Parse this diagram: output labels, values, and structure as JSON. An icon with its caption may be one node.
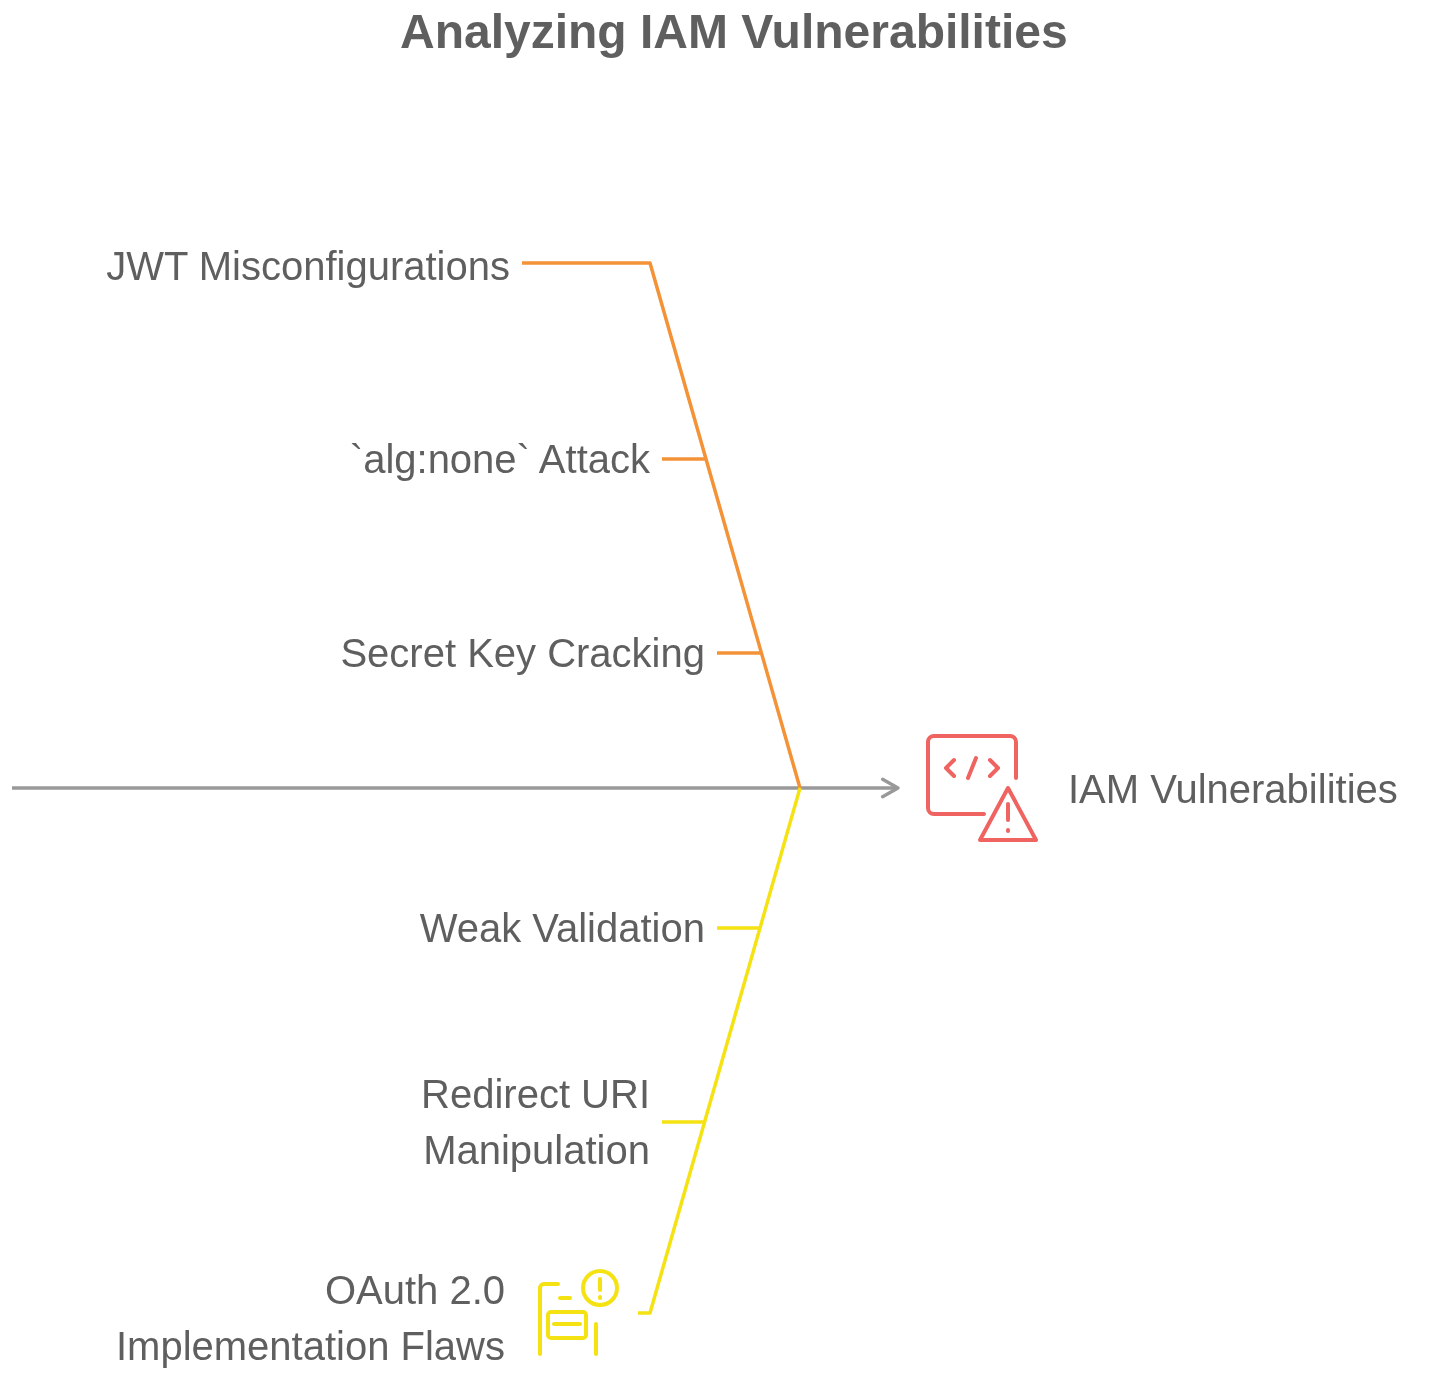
{
  "diagram": {
    "title": "Analyzing IAM Vulnerabilities",
    "nodes": [
      {
        "text": [
          "JWT Misconfigurations"
        ]
      },
      {
        "text": [
          "`alg:none` Attack"
        ]
      },
      {
        "text": [
          "Secret Key Cracking"
        ]
      },
      {
        "text": [
          "IAM Vulnerabilities"
        ]
      },
      {
        "text": [
          "Weak Validation"
        ]
      },
      {
        "text": [
          "Redirect URI Manipulation"
        ]
      },
      {
        "text": [
          "OAuth 2.0 Implementation Flaws"
        ]
      }
    ],
    "edges": [
      {
        "from": null,
        "to": 3,
        "arrow": "to",
        "color": "#999999"
      },
      {
        "from": 0,
        "to": null,
        "arrow": "none",
        "color": "#f39237"
      },
      {
        "from": 1,
        "to": null,
        "arrow": "none",
        "color": "#f39237"
      },
      {
        "from": 2,
        "to": null,
        "arrow": "none",
        "color": "#f39237"
      },
      {
        "from": 6,
        "to": null,
        "arrow": "none",
        "color": "#f5e212"
      },
      {
        "from": 4,
        "to": null,
        "arrow": "none",
        "color": "#f5e212"
      },
      {
        "from": 5,
        "to": null,
        "arrow": "none",
        "color": "#f5e212"
      }
    ]
  }
}
